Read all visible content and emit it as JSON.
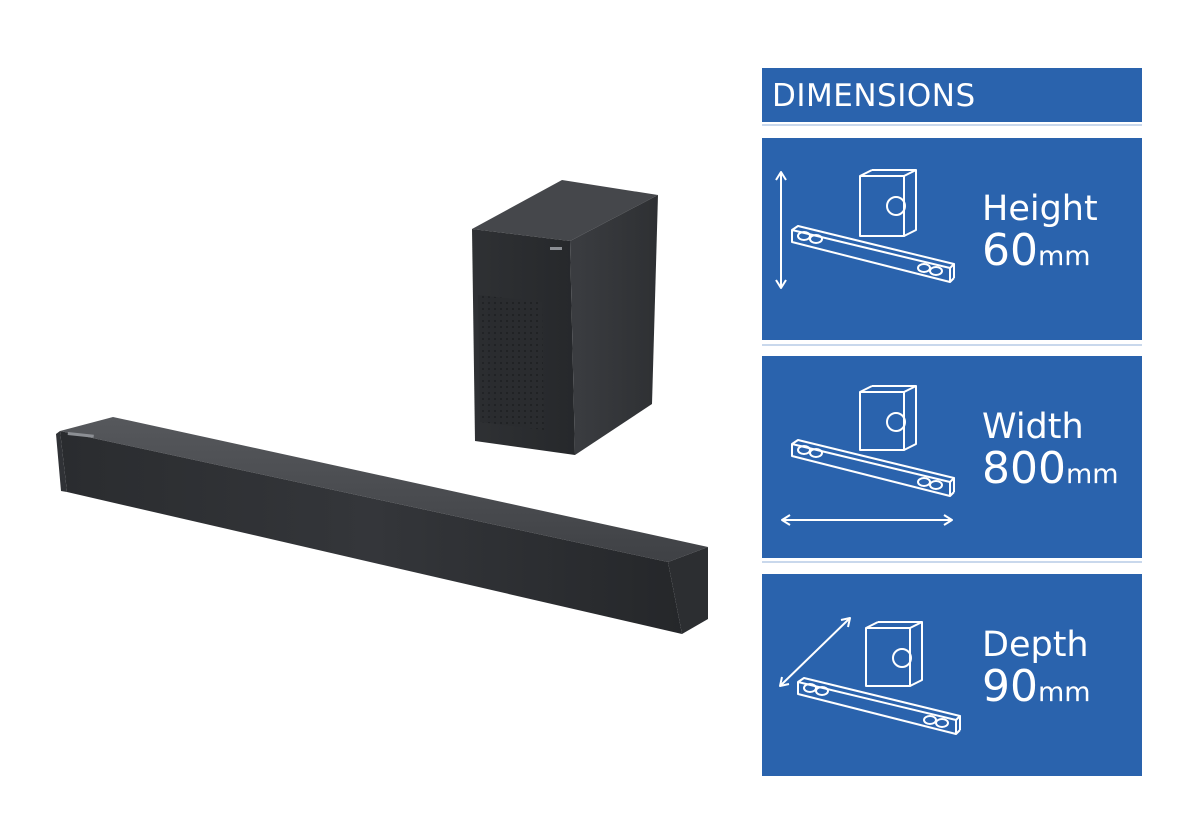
{
  "header": {
    "title": "DIMENSIONS"
  },
  "dimensions": [
    {
      "label": "Height",
      "value": "60",
      "unit": "mm",
      "icon": "height-arrow-icon"
    },
    {
      "label": "Width",
      "value": "800",
      "unit": "mm",
      "icon": "width-arrow-icon"
    },
    {
      "label": "Depth",
      "value": "90",
      "unit": "mm",
      "icon": "depth-arrow-icon"
    }
  ],
  "colors": {
    "panel_blue": "#2a63ad",
    "panel_text": "#ffffff",
    "device_body": "#2b2d30"
  }
}
